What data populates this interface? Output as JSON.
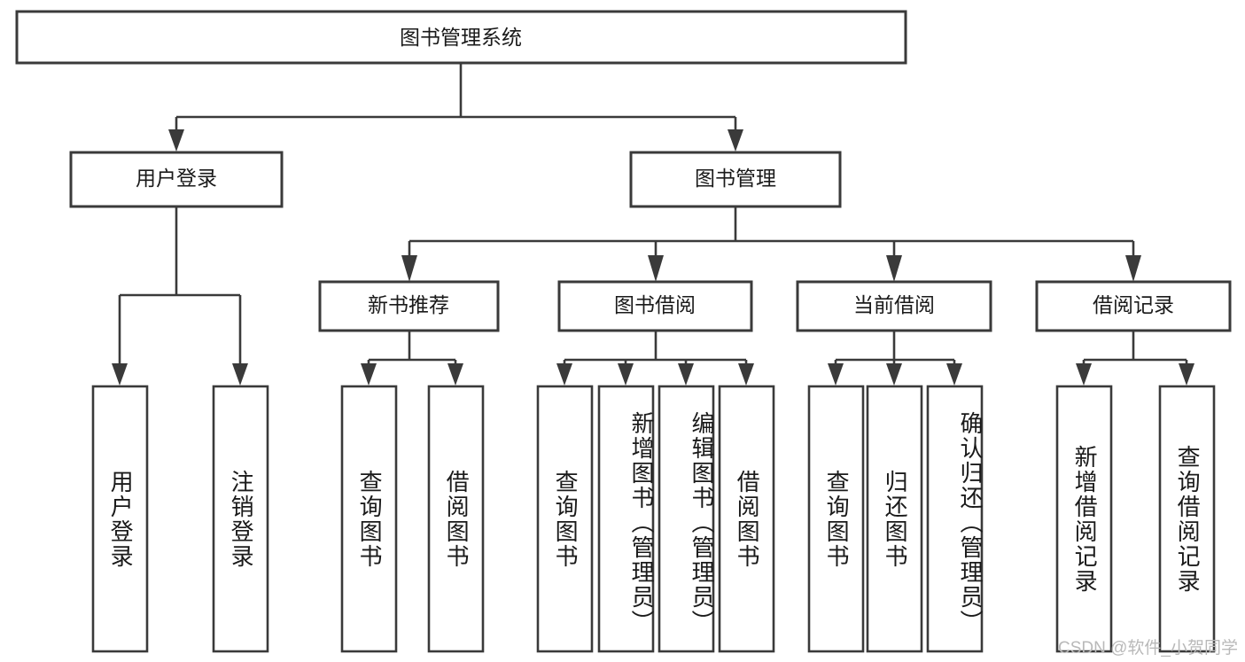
{
  "diagram": {
    "title": "图书管理系统",
    "type": "tree-hierarchy",
    "root": {
      "id": "root",
      "label": "图书管理系统"
    },
    "level2": [
      {
        "id": "user-login",
        "label": "用户登录"
      },
      {
        "id": "book-manage",
        "label": "图书管理"
      }
    ],
    "level3": [
      {
        "id": "new-book-rec",
        "label": "新书推荐",
        "parent": "book-manage"
      },
      {
        "id": "book-borrow",
        "label": "图书借阅",
        "parent": "book-manage"
      },
      {
        "id": "current-borrow",
        "label": "当前借阅",
        "parent": "book-manage"
      },
      {
        "id": "borrow-record",
        "label": "借阅记录",
        "parent": "book-manage"
      }
    ],
    "leaves": {
      "user-login": [
        {
          "id": "leaf-user-login",
          "label": "用户登录"
        },
        {
          "id": "leaf-user-logout",
          "label": "注销登录"
        }
      ],
      "new-book-rec": [
        {
          "id": "leaf-query-book-1",
          "label": "查询图书"
        },
        {
          "id": "leaf-borrow-book-1",
          "label": "借阅图书"
        }
      ],
      "book-borrow": [
        {
          "id": "leaf-query-book-2",
          "label": "查询图书"
        },
        {
          "id": "leaf-add-book",
          "label": "新增图书（管理员）"
        },
        {
          "id": "leaf-edit-book",
          "label": "编辑图书（管理员）"
        },
        {
          "id": "leaf-borrow-book-2",
          "label": "借阅图书"
        }
      ],
      "current-borrow": [
        {
          "id": "leaf-query-book-3",
          "label": "查询图书"
        },
        {
          "id": "leaf-return-book",
          "label": "归还图书"
        },
        {
          "id": "leaf-confirm-return",
          "label": "确认归还（管理员）"
        }
      ],
      "borrow-record": [
        {
          "id": "leaf-add-record",
          "label": "新增借阅记录"
        },
        {
          "id": "leaf-query-record",
          "label": "查询借阅记录"
        }
      ]
    },
    "colors": {
      "stroke": "#3a3a3a",
      "fill": "#ffffff",
      "text": "#1a1a1a",
      "watermark": "#b9b9b9"
    }
  },
  "watermark": {
    "text": "CSDN @软件_小贺同学"
  }
}
